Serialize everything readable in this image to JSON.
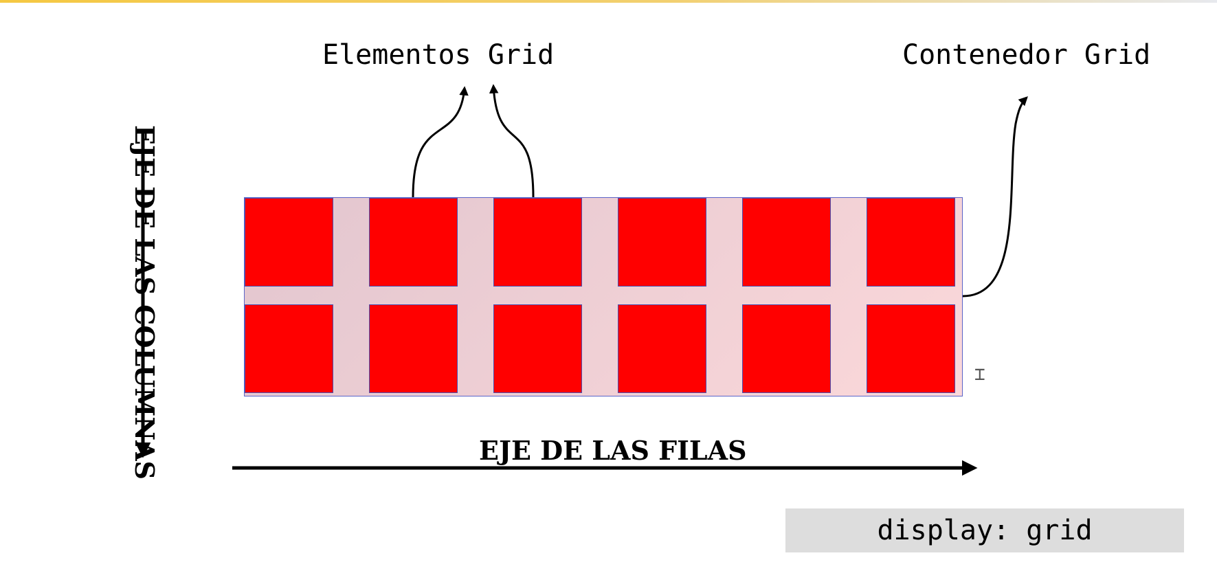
{
  "labels": {
    "items": "Elementos Grid",
    "container": "Contenedor Grid",
    "rows_axis": "EJE DE LAS FILAS",
    "columns_axis": "EJE DE LAS COLUMNAS",
    "code": "display: grid"
  },
  "grid": {
    "columns": 6,
    "rows": 2
  },
  "colors": {
    "item_fill": "#ff0000",
    "item_border": "#4a4fb0",
    "container_border": "#5a63c8",
    "code_background": "#dddddd",
    "arrows": "#000000"
  }
}
